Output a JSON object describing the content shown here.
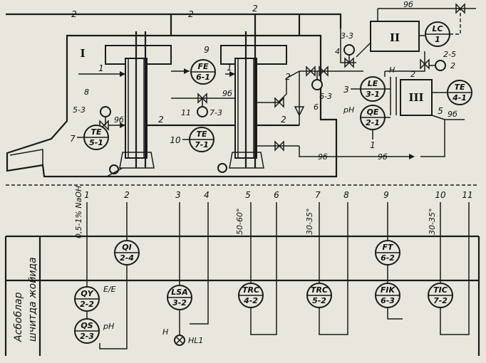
{
  "flows": {
    "water": "2",
    "stream_1": "1",
    "stream_9b": "9б",
    "stream_5": "5"
  },
  "units": {
    "unit_1": "I",
    "unit_2": "II",
    "unit_3": "III"
  },
  "field_instruments": {
    "fe61_top": "FE",
    "fe61_bot": "6-1",
    "fe61_num": "9",
    "te51_top": "TE",
    "te51_bot": "5-1",
    "te51_num": "7",
    "te71_top": "TE",
    "te71_bot": "7-1",
    "te71_num": "10",
    "te41_top": "TE",
    "te41_bot": "4-1",
    "le31_top": "LE",
    "le31_bot": "3-1",
    "le31_num": "3",
    "qe21_top": "QE",
    "qe21_bot": "2-1",
    "qe21_num": "1",
    "lc1_top": "LC",
    "lc1_bot": "1",
    "small_53": "5-3",
    "small_53_num": "8",
    "small_73": "7-3",
    "small_73_num": "11",
    "small_33": "3-3",
    "small_33_num": "4",
    "small_63": "6-3",
    "small_63_num": "6",
    "small_25": "2-5",
    "small_25_num": "2",
    "ph": "pH",
    "h": "H"
  },
  "columns": [
    "1",
    "2",
    "3",
    "4",
    "5",
    "6",
    "7",
    "8",
    "9",
    "10",
    "11"
  ],
  "column_notes": {
    "c1": "0,5-1% NaOH",
    "c5": "50-60°",
    "c7": "30-35°",
    "c10": "30-35°"
  },
  "panel": {
    "side_top": "Асбоблар",
    "side_bottom": "шчитда жойида",
    "ee": "E/E",
    "ph": "pH",
    "h": "H",
    "hl1": "HL1"
  },
  "panel_instruments": {
    "qi_top": "QI",
    "qi_bot": "2-4",
    "qy_top": "QY",
    "qy_bot": "2-2",
    "qs_top": "QS",
    "qs_bot": "2-3",
    "lsa_top": "LSA",
    "lsa_bot": "3-2",
    "trc42_top": "TRC",
    "trc42_bot": "4-2",
    "trc52_top": "TRC",
    "trc52_bot": "5-2",
    "ft_top": "FT",
    "ft_bot": "6-2",
    "fik_top": "FIK",
    "fik_bot": "6-3",
    "tic_top": "TIC",
    "tic_bot": "7-2"
  }
}
